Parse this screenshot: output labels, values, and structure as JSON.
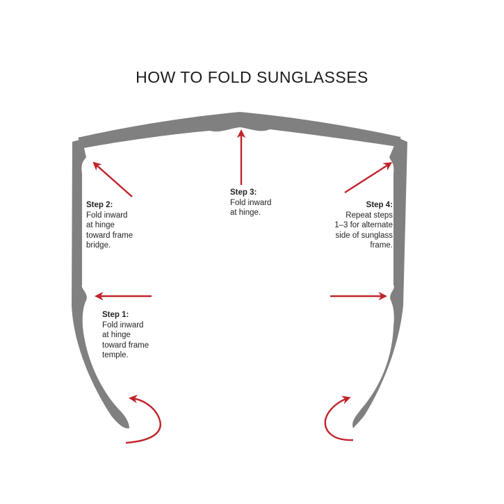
{
  "title": "HOW TO FOLD SUNGLASSES",
  "colors": {
    "frame": "#808080",
    "arrow": "#c0232b",
    "text": "#222222"
  },
  "steps": {
    "step1": {
      "label": "Step 1:",
      "text": "Fold inward\nat hinge\ntoward frame\ntemple."
    },
    "step2": {
      "label": "Step 2:",
      "text": "Fold inward\nat hinge\ntoward frame\nbridge."
    },
    "step3": {
      "label": "Step 3:",
      "text": "Fold inward\nat hinge."
    },
    "step4": {
      "label": "Step 4:",
      "text": "Repeat steps\n1–3 for alternate\nside of sunglass\nframe."
    }
  }
}
